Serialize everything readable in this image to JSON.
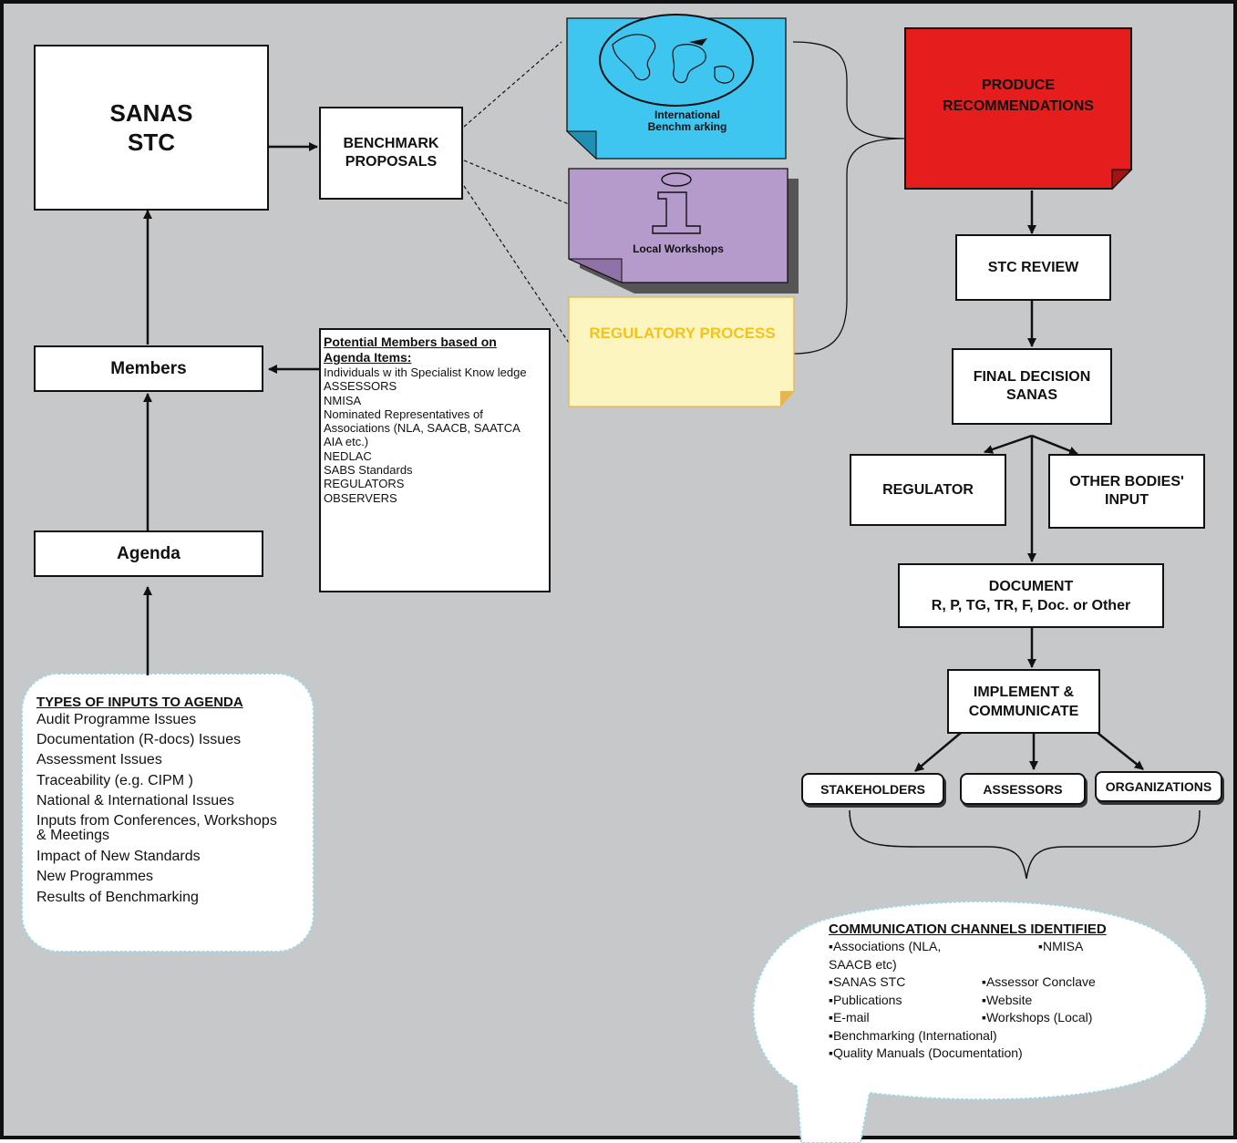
{
  "sanas_stc": {
    "line1": "SANAS",
    "line2": "STC"
  },
  "members": "Members",
  "agenda": "Agenda",
  "benchmark": {
    "line1": "BENCHMARK",
    "line2": "PROPOSALS"
  },
  "international": {
    "line1": "International",
    "line2": "Benchm arking"
  },
  "local_workshops": "Local Workshops",
  "regulatory": "REGULATORY PROCESS",
  "produce": {
    "line1": "PRODUCE",
    "line2": "RECOMMENDATIONS"
  },
  "stc_review": "STC REVIEW",
  "final_decision": {
    "line1": "FINAL DECISION",
    "line2": "SANAS"
  },
  "regulator": "REGULATOR",
  "other_bodies": {
    "line1": "OTHER BODIES'",
    "line2": "INPUT"
  },
  "document": {
    "line1": "DOCUMENT",
    "line2": "R, P, TG, TR, F, Doc. or Other"
  },
  "implement": {
    "line1": "IMPLEMENT &",
    "line2": "COMMUNICATE"
  },
  "stakeholders": "STAKEHOLDERS",
  "assessors": "ASSESSORS",
  "organizations": "ORGANIZATIONS",
  "potential_members": {
    "heading1": "Potential Members based on",
    "heading2": "Agenda Items:",
    "items": [
      "Individuals w ith Specialist Know ledge",
      "ASSESSORS",
      "NMISA",
      "Nominated  Representatives of",
      "Associations (NLA, SAACB, SAATCA",
      "AIA etc.)",
      "NEDLAC",
      "SABS Standards",
      "REGULATORS",
      "OBSERVERS"
    ]
  },
  "inputs": {
    "heading": "TYPES OF INPUTS TO AGENDA",
    "items": [
      "Audit Programme  Issues",
      "Documentation  (R-docs)  Issues",
      "Assessment Issues",
      "Traceability  (e.g.  CIPM )",
      "National & International  Issues",
      "Inputs from  Conferences, Workshops",
      "& Meetings",
      "Impact of New Standards",
      "New Programmes",
      "Results of Benchmarking"
    ]
  },
  "channels": {
    "heading": "COMMUNICATION  CHANNELS  IDENTIFIED",
    "rows": [
      [
        "▪Associations (NLA, SAACB etc)",
        "▪NMISA"
      ],
      [
        "▪SANAS STC",
        "▪Assessor Conclave"
      ],
      [
        "▪Publications",
        "▪Website"
      ],
      [
        "▪E-mail",
        "▪Workshops (Local)"
      ]
    ],
    "single": [
      "▪Benchmarking (International)",
      "▪Quality Manuals (Documentation)"
    ]
  },
  "colors": {
    "background": "#c7c8ca",
    "international": "#3ec6f0",
    "local_workshops": "#b59bcb",
    "regulatory_fill": "#fdf5c0",
    "regulatory_text": "#f2c419",
    "produce": "#e51d1d"
  }
}
